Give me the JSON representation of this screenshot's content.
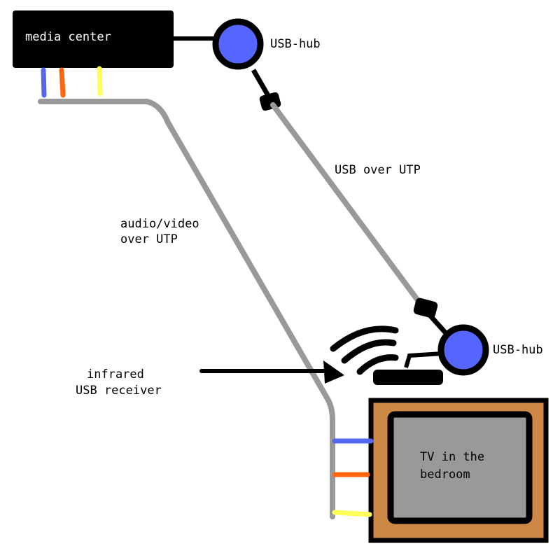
{
  "colors": {
    "background": "#ffffff",
    "ink": "#000000",
    "cable_gray": "#999999",
    "hub_blue": "#5566ff",
    "wire_blue": "#5566ee",
    "wire_orange": "#ff6611",
    "wire_yellow": "#ffff55",
    "tv_frame": "#cc8844",
    "tv_screen": "#999999"
  },
  "media_center": {
    "label": "media center"
  },
  "usb_hub_top": {
    "label": "USB-hub"
  },
  "usb_hub_bottom": {
    "label": "USB-hub"
  },
  "usb_cable": {
    "label": "USB over UTP"
  },
  "av_cable": {
    "label_line1": "audio/video",
    "label_line2": "over UTP"
  },
  "ir_receiver": {
    "label_line1": "infrared",
    "label_line2": "USB receiver"
  },
  "tv": {
    "label_line1": "TV in the",
    "label_line2": "bedroom"
  }
}
